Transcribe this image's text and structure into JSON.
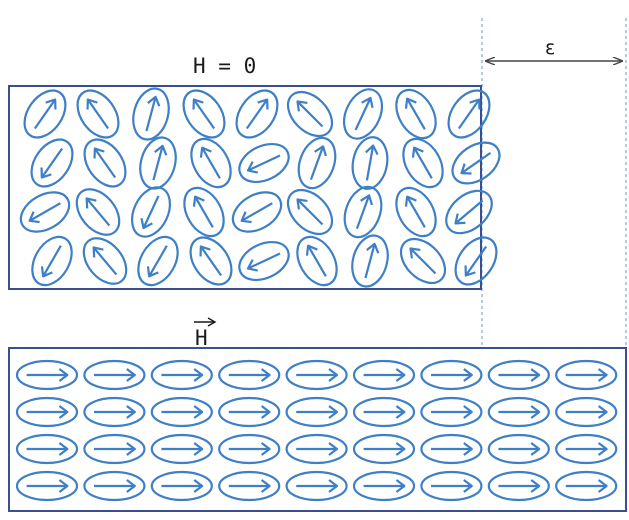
{
  "labels": {
    "zero_field": "H = 0",
    "strain": "ε",
    "field_vector": "H"
  },
  "colors": {
    "outline": "#3a4f92",
    "domain": "#3e7fc6",
    "guide": "#8fb4dd",
    "text": "#1a1a1a",
    "strain_arrow": "#444444"
  },
  "random_state": {
    "rows": [
      [
        -55,
        -125,
        -75,
        -125,
        -55,
        -135,
        -65,
        -120,
        -55
      ],
      [
        125,
        -125,
        -75,
        -120,
        155,
        -70,
        -80,
        -120,
        145
      ],
      [
        150,
        -130,
        115,
        -120,
        150,
        -135,
        -70,
        -120,
        140
      ],
      [
        120,
        -130,
        120,
        -125,
        155,
        -120,
        -75,
        -135,
        125
      ]
    ]
  },
  "aligned_state": {
    "rows": 4,
    "columns": 9,
    "direction_deg": 0
  }
}
